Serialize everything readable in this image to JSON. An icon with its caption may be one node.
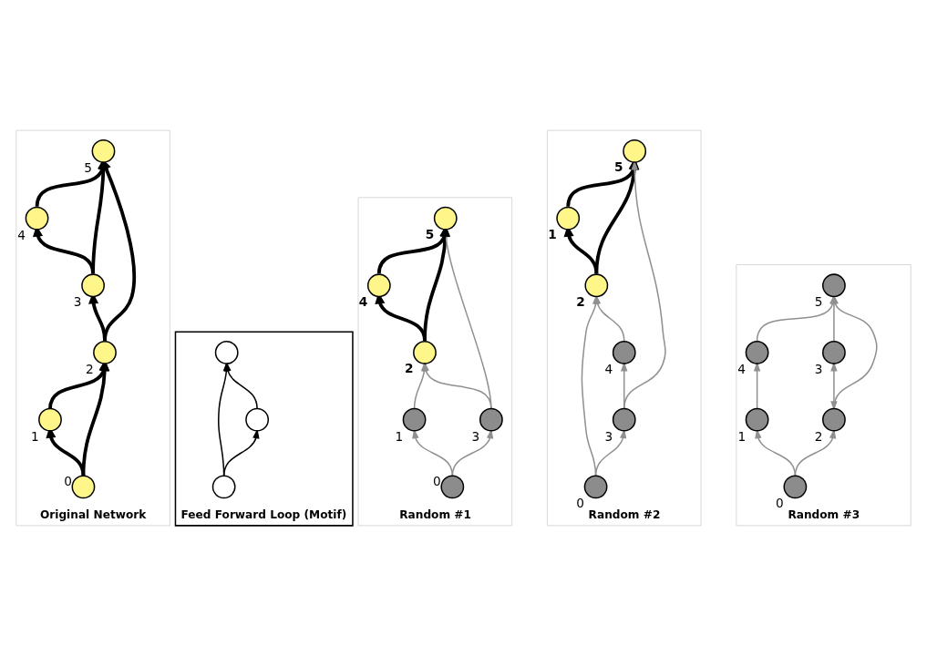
{
  "diagram": {
    "nodes": [
      {
        "text": [
          "Original Network"
        ]
      },
      {
        "text": [],
        "shape": "circle",
        "beside": [
          "0"
        ],
        "in": 0
      },
      {
        "text": [],
        "shape": "circle",
        "beside": [
          "1"
        ],
        "in": 0
      },
      {
        "text": [],
        "shape": "circle",
        "beside": [
          "2"
        ],
        "in": 0
      },
      {
        "text": [],
        "shape": "circle",
        "beside": [
          "3"
        ],
        "in": 0
      },
      {
        "text": [],
        "shape": "circle",
        "beside": [
          "4"
        ],
        "in": 0
      },
      {
        "text": [],
        "shape": "circle",
        "beside": [
          "5"
        ],
        "in": 0
      },
      {
        "text": [
          "Feed Forward Loop (Motif)"
        ]
      },
      {
        "text": [],
        "shape": "circle",
        "in": 7
      },
      {
        "text": [],
        "shape": "circle",
        "in": 7
      },
      {
        "text": [],
        "shape": "circle",
        "in": 7
      },
      {
        "text": [
          "Random #1"
        ]
      },
      {
        "text": [],
        "shape": "circle",
        "beside": [
          "0"
        ],
        "in": 11
      },
      {
        "text": [],
        "shape": "circle",
        "beside": [
          "1"
        ],
        "in": 11
      },
      {
        "text": [],
        "shape": "circle",
        "beside": [
          "2"
        ],
        "in": 11
      },
      {
        "text": [],
        "shape": "circle",
        "beside": [
          "3"
        ],
        "in": 11
      },
      {
        "text": [],
        "shape": "circle",
        "beside": [
          "4"
        ],
        "in": 11
      },
      {
        "text": [],
        "shape": "circle",
        "beside": [
          "5"
        ],
        "in": 11
      },
      {
        "text": [
          "Random #2"
        ]
      },
      {
        "text": [],
        "shape": "circle",
        "beside": [
          "0"
        ],
        "in": 18
      },
      {
        "text": [],
        "shape": "circle",
        "beside": [
          "1"
        ],
        "in": 18
      },
      {
        "text": [],
        "shape": "circle",
        "beside": [
          "2"
        ],
        "in": 18
      },
      {
        "text": [],
        "shape": "circle",
        "beside": [
          "3"
        ],
        "in": 18
      },
      {
        "text": [],
        "shape": "circle",
        "beside": [
          "4"
        ],
        "in": 18
      },
      {
        "text": [],
        "shape": "circle",
        "beside": [
          "5"
        ],
        "in": 18
      },
      {
        "text": [
          "Random #3"
        ]
      },
      {
        "text": [],
        "shape": "circle",
        "beside": [
          "0"
        ],
        "in": 25
      },
      {
        "text": [],
        "shape": "circle",
        "beside": [
          "1"
        ],
        "in": 25
      },
      {
        "text": [],
        "shape": "circle",
        "beside": [
          "2"
        ],
        "in": 25
      },
      {
        "text": [],
        "shape": "circle",
        "beside": [
          "3"
        ],
        "in": 25
      },
      {
        "text": [],
        "shape": "circle",
        "beside": [
          "4"
        ],
        "in": 25
      },
      {
        "text": [],
        "shape": "circle",
        "beside": [
          "5"
        ],
        "in": 25
      }
    ],
    "edges": [
      {
        "from": 1,
        "to": 2,
        "arrow": "to",
        "style": "thick"
      },
      {
        "from": 1,
        "to": 3,
        "arrow": "to",
        "style": "thick"
      },
      {
        "from": 2,
        "to": 3,
        "arrow": "to",
        "style": "thick"
      },
      {
        "from": 3,
        "to": 6,
        "arrow": "to",
        "style": "thick"
      },
      {
        "from": 3,
        "to": 4,
        "arrow": "to",
        "style": "thick"
      },
      {
        "from": 4,
        "to": 6,
        "arrow": "to",
        "style": "thick"
      },
      {
        "from": 4,
        "to": 5,
        "arrow": "to",
        "style": "thick"
      },
      {
        "from": 5,
        "to": 6,
        "arrow": "to",
        "style": "thick"
      },
      {
        "from": 9,
        "to": 8,
        "arrow": "to"
      },
      {
        "from": 10,
        "to": 9,
        "arrow": "to"
      },
      {
        "from": 10,
        "to": 8,
        "arrow": "to"
      },
      {
        "from": 12,
        "to": 13,
        "arrow": "to",
        "color": "#909090"
      },
      {
        "from": 12,
        "to": 15,
        "arrow": "to",
        "color": "#909090"
      },
      {
        "from": 13,
        "to": 14,
        "arrow": "to",
        "color": "#909090"
      },
      {
        "from": 14,
        "to": 17,
        "arrow": "to",
        "style": "thick"
      },
      {
        "from": 14,
        "to": 16,
        "arrow": "to",
        "style": "thick"
      },
      {
        "from": 15,
        "to": 17,
        "arrow": "to",
        "color": "#909090"
      },
      {
        "from": 15,
        "to": 14,
        "arrow": "to",
        "color": "#909090"
      },
      {
        "from": 16,
        "to": 17,
        "arrow": "to",
        "style": "thick"
      },
      {
        "from": 19,
        "to": 21,
        "arrow": "to",
        "color": "#909090"
      },
      {
        "from": 19,
        "to": 22,
        "arrow": "to",
        "color": "#909090"
      },
      {
        "from": 20,
        "to": 24,
        "arrow": "to",
        "style": "thick"
      },
      {
        "from": 21,
        "to": 20,
        "arrow": "to",
        "style": "thick"
      },
      {
        "from": 21,
        "to": 24,
        "arrow": "to",
        "style": "thick"
      },
      {
        "from": 22,
        "to": 24,
        "arrow": "to",
        "color": "#909090"
      },
      {
        "from": 22,
        "to": 23,
        "arrow": "to",
        "color": "#909090"
      },
      {
        "from": 23,
        "to": 21,
        "arrow": "to",
        "color": "#909090"
      },
      {
        "from": 26,
        "to": 27,
        "arrow": "to",
        "color": "#909090"
      },
      {
        "from": 26,
        "to": 28,
        "arrow": "to",
        "color": "#909090"
      },
      {
        "from": 27,
        "to": 30,
        "arrow": "to",
        "color": "#909090"
      },
      {
        "from": 28,
        "to": 31,
        "arrow": "to",
        "color": "#909090"
      },
      {
        "from": 28,
        "to": 29,
        "arrow": "both",
        "color": "#909090"
      },
      {
        "from": 29,
        "to": 31,
        "arrow": "to",
        "color": "#909090"
      },
      {
        "from": 30,
        "to": 31,
        "arrow": "to",
        "color": "#909090"
      }
    ]
  }
}
